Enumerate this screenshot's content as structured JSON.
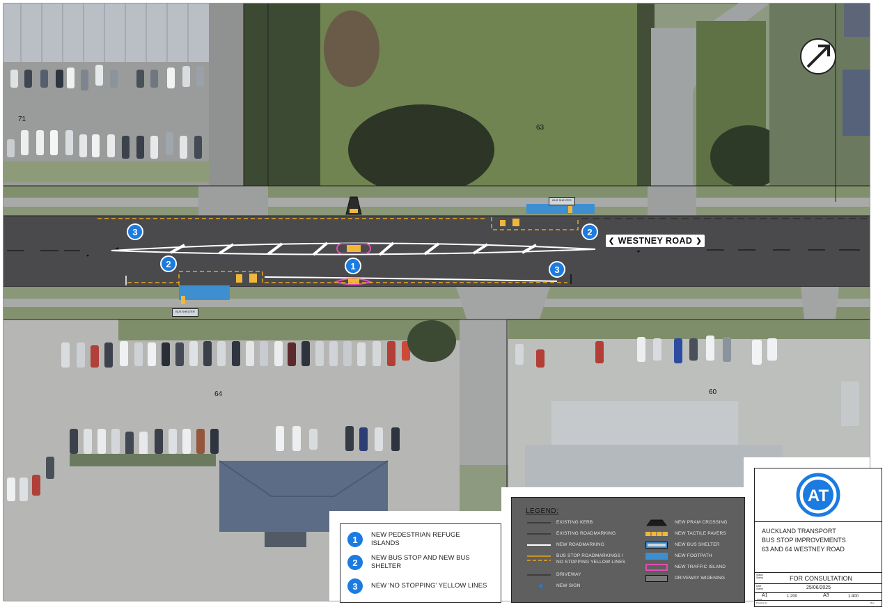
{
  "map": {
    "road_name": "WESTNEY ROAD",
    "property_numbers": [
      "71",
      "63",
      "64",
      "60"
    ],
    "bus_shelter_label": "BUS SHELTER",
    "colors": {
      "road": "#4a4a4c",
      "footpath_new": "#3d8fd0",
      "tactile": "#f0b73a",
      "yellow_line": "#e8a51e",
      "island_outline": "#e04fb0",
      "marker": "#1b7be0",
      "grass": "#7f8e6a"
    },
    "markers": [
      {
        "number": "3",
        "name": "no-stopping-west-north"
      },
      {
        "number": "2",
        "name": "bus-stop-north"
      },
      {
        "number": "2",
        "name": "bus-stop-south"
      },
      {
        "number": "1",
        "name": "refuge-island"
      },
      {
        "number": "3",
        "name": "no-stopping-east-south"
      }
    ],
    "north_arrow": "N"
  },
  "legend": {
    "title": "LEGEND:",
    "left": [
      {
        "label": "EXISTING KERB",
        "symbol": "thin-dark-line"
      },
      {
        "label": "EXISTING ROADMARKING",
        "symbol": "thin-dark-line"
      },
      {
        "label": "NEW ROADMARKING",
        "symbol": "white-line"
      },
      {
        "label": "BUS STOP ROADMARKINGS /",
        "label2": "NO STOPPING YELLOW LINES",
        "symbol": "yellow-lines"
      },
      {
        "label": "DRIVEWAY",
        "symbol": "thin-dark-line"
      },
      {
        "label": "NEW SIGN",
        "symbol": "blue-sign-icon"
      }
    ],
    "right": [
      {
        "label": "NEW PRAM CROSSING",
        "symbol": "pram-crossing"
      },
      {
        "label": "NEW TACTILE PAVERS",
        "symbol": "tactile-pavers"
      },
      {
        "label": "NEW BUS SHELTER",
        "symbol": "bus-shelter"
      },
      {
        "label": "NEW FOOTPATH",
        "symbol": "footpath"
      },
      {
        "label": "NEW TRAFFIC ISLAND",
        "symbol": "traffic-island"
      },
      {
        "label": "DRIVEWAY WIDENING",
        "symbol": "driveway-widening"
      }
    ]
  },
  "key": [
    {
      "number": "1",
      "text": "NEW PEDESTRIAN REFUGE ISLANDS"
    },
    {
      "number": "2",
      "text": "NEW BUS STOP AND NEW BUS SHELTER"
    },
    {
      "number": "3",
      "text": "NEW 'NO STOPPING' YELLOW LINES"
    }
  ],
  "title_block": {
    "logo": "AT",
    "line1": "AUCKLAND TRANSPORT",
    "line2": "BUS STOP IMPROVEMENTS",
    "line3": "63 AND 64 WESTNEY ROAD",
    "status_caption": "Status Stamp",
    "status": "FOR CONSULTATION",
    "date_caption": "Date Stamp",
    "date": "25/06/2025",
    "sheet_a1": "A1",
    "scale_a1": "1:200",
    "sheet_a3": "A3",
    "scale_a3": "1:400",
    "scale_caption": "Scale",
    "drawing_no_caption": "Drawing No.",
    "rev_caption": "Rev."
  }
}
